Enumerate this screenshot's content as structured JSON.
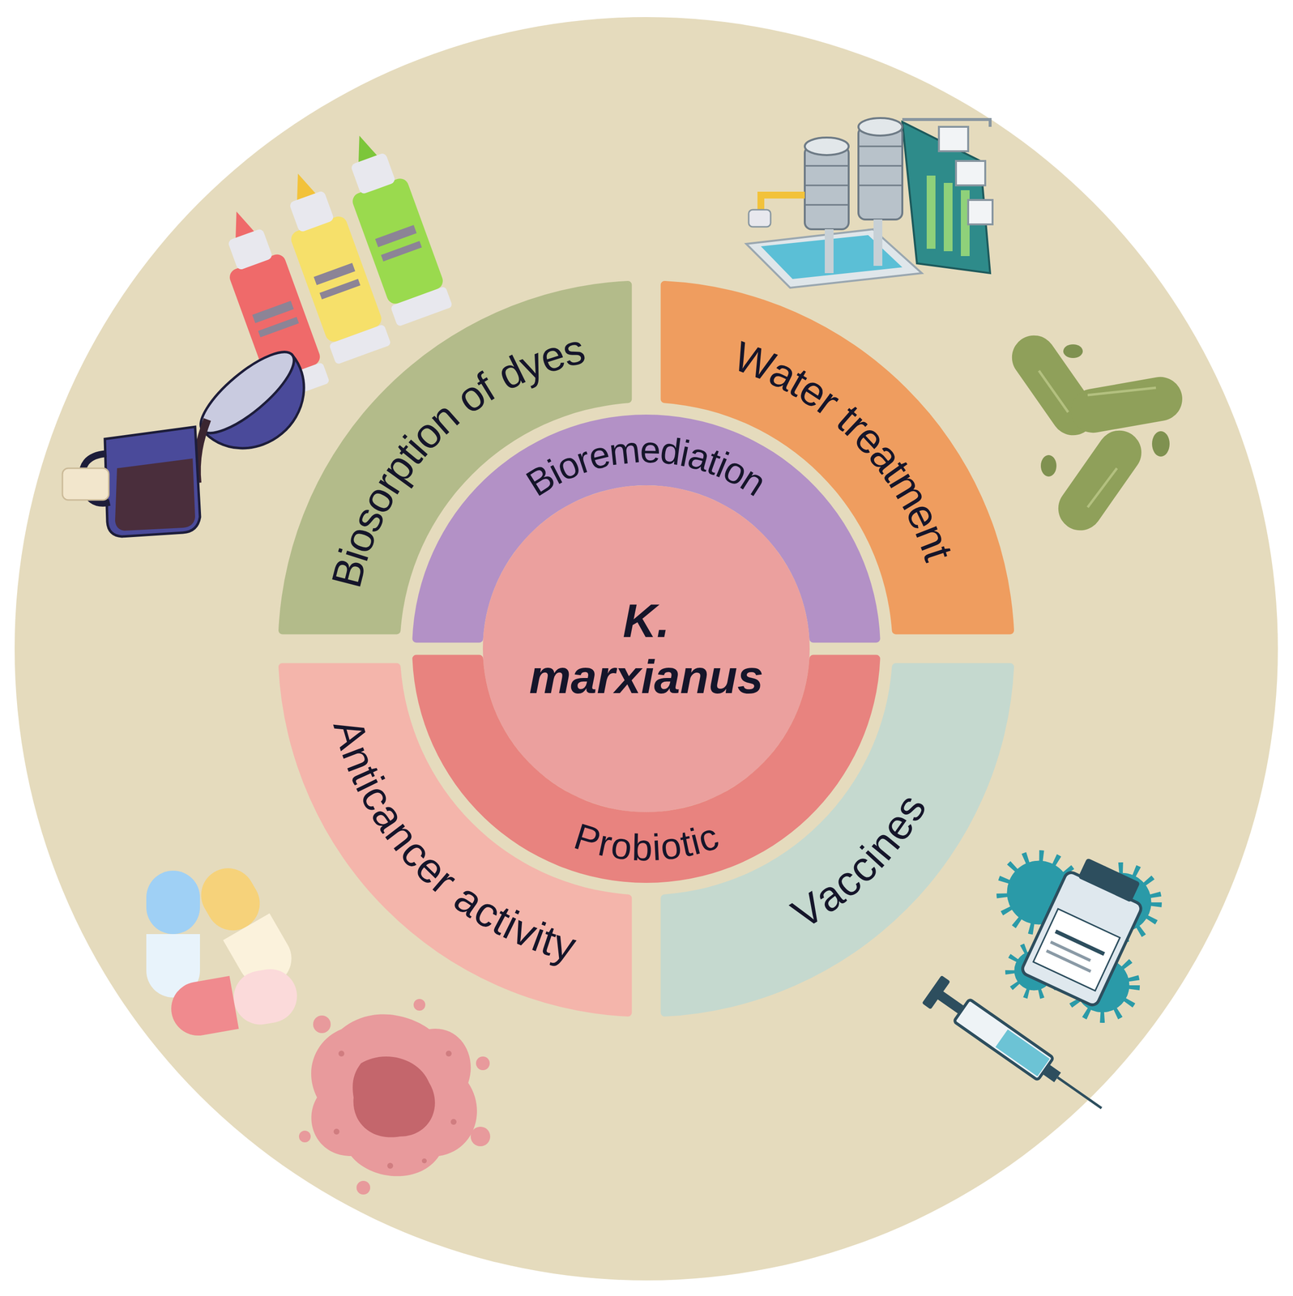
{
  "diagram": {
    "nodes": [
      {
        "text": [
          "Biosorption of dyes"
        ]
      },
      {
        "text": [
          "Water treatment"
        ]
      },
      {
        "text": [
          "Bioremediation"
        ]
      },
      {
        "text": [
          "K. marxianus"
        ]
      },
      {
        "text": [
          "Probiotic"
        ]
      },
      {
        "text": [
          "Anticancer activity"
        ]
      },
      {
        "text": [
          "Vaccines"
        ]
      }
    ]
  }
}
